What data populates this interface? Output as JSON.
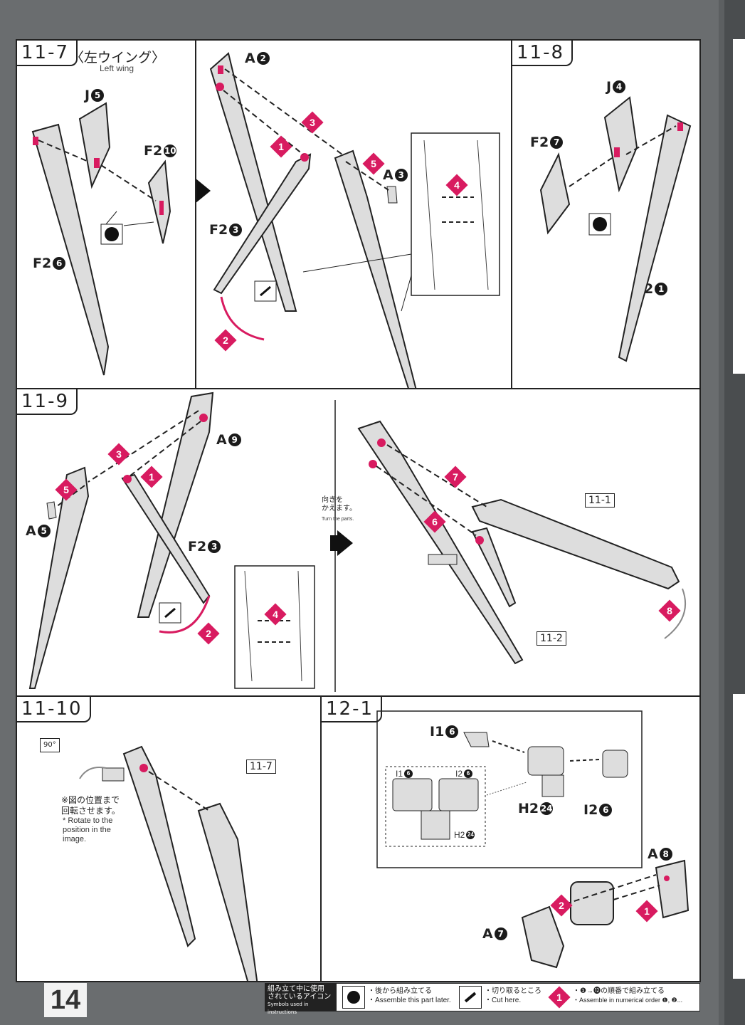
{
  "page_number": "14",
  "steps": {
    "s11_7": {
      "label": "11-7",
      "title_jp": "〈左ウイング〉",
      "title_en": "Left wing",
      "parts": [
        "J",
        "F2",
        "F2",
        "A",
        "F2",
        "A"
      ],
      "part_nums": [
        "5",
        "10",
        "6",
        "2",
        "3",
        "3"
      ]
    },
    "s11_8": {
      "label": "11-8",
      "parts": [
        "J",
        "F2",
        "F2"
      ],
      "part_nums": [
        "4",
        "7",
        "1"
      ]
    },
    "s11_9": {
      "label": "11-9",
      "parts": [
        "A",
        "A",
        "F2"
      ],
      "part_nums": [
        "9",
        "5",
        "3"
      ],
      "turn_jp": "向きを\nかえます。",
      "turn_en": "Turn the parts.",
      "refs": [
        "11-1",
        "11-2"
      ]
    },
    "s11_10": {
      "label": "11-10",
      "rotate_deg": "90°",
      "note_jp": "※図の位置まで\n回転させます。",
      "note_en": "* Rotate to the\nposition in the\nimage.",
      "ref": "11-7"
    },
    "s12_1": {
      "label": "12-1",
      "parts": [
        "I1",
        "H2",
        "I2",
        "A",
        "A"
      ],
      "part_nums": [
        "6",
        "24",
        "6",
        "8",
        "7"
      ],
      "inset_parts": [
        "I1",
        "I2",
        "H2"
      ],
      "inset_nums": [
        "6",
        "6",
        "24"
      ]
    }
  },
  "order_marks": [
    "1",
    "2",
    "3",
    "4",
    "5",
    "6",
    "7",
    "8"
  ],
  "legend": {
    "head_jp": "組み立て中に使用\nされているアイコン",
    "head_en": "Symbols used in instructions",
    "later_jp": "・後から組み立てる",
    "later_en": "・Assemble this part later.",
    "cut_jp": "・切り取るところ",
    "cut_en": "・Cut here.",
    "order_badge": "1",
    "order_jp": "・❶→⓬の順番で組み立てる",
    "order_en": "・Assemble in numerical order ❶, ❷..."
  },
  "colors": {
    "accent": "#d81b60",
    "part": "#d9d9d9",
    "outline": "#222222"
  }
}
